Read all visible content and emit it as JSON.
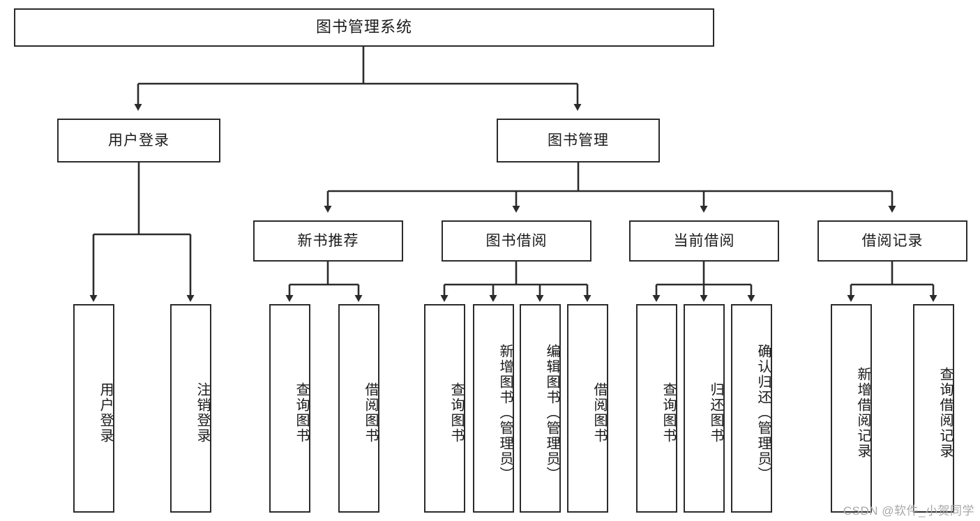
{
  "diagram": {
    "title": "图书管理系统",
    "root": {
      "label": "图书管理系统"
    },
    "level1": [
      {
        "label": "用户登录"
      },
      {
        "label": "图书管理"
      }
    ],
    "level2": [
      {
        "label": "新书推荐"
      },
      {
        "label": "图书借阅"
      },
      {
        "label": "当前借阅"
      },
      {
        "label": "借阅记录"
      }
    ],
    "leaves": {
      "user_login": [
        {
          "label": "用户登录"
        },
        {
          "label": "注销登录"
        }
      ],
      "new_book_recommend": [
        {
          "label": "查询图书"
        },
        {
          "label": "借阅图书"
        }
      ],
      "book_borrow": [
        {
          "label": "查询图书"
        },
        {
          "label": "新增图书（管理员）"
        },
        {
          "label": "编辑图书（管理员）"
        },
        {
          "label": "借阅图书"
        }
      ],
      "current_borrow": [
        {
          "label": "查询图书"
        },
        {
          "label": "归还图书"
        },
        {
          "label": "确认归还（管理员）"
        }
      ],
      "borrow_record": [
        {
          "label": "新增借阅记录"
        },
        {
          "label": "查询借阅记录"
        }
      ]
    }
  },
  "watermark": {
    "text": "CSDN @软件_小贺同学"
  },
  "colors": {
    "stroke": "#2b2b2b",
    "fill": "#ffffff",
    "text": "#1a1a1a",
    "watermark": "#a8a8a8"
  }
}
